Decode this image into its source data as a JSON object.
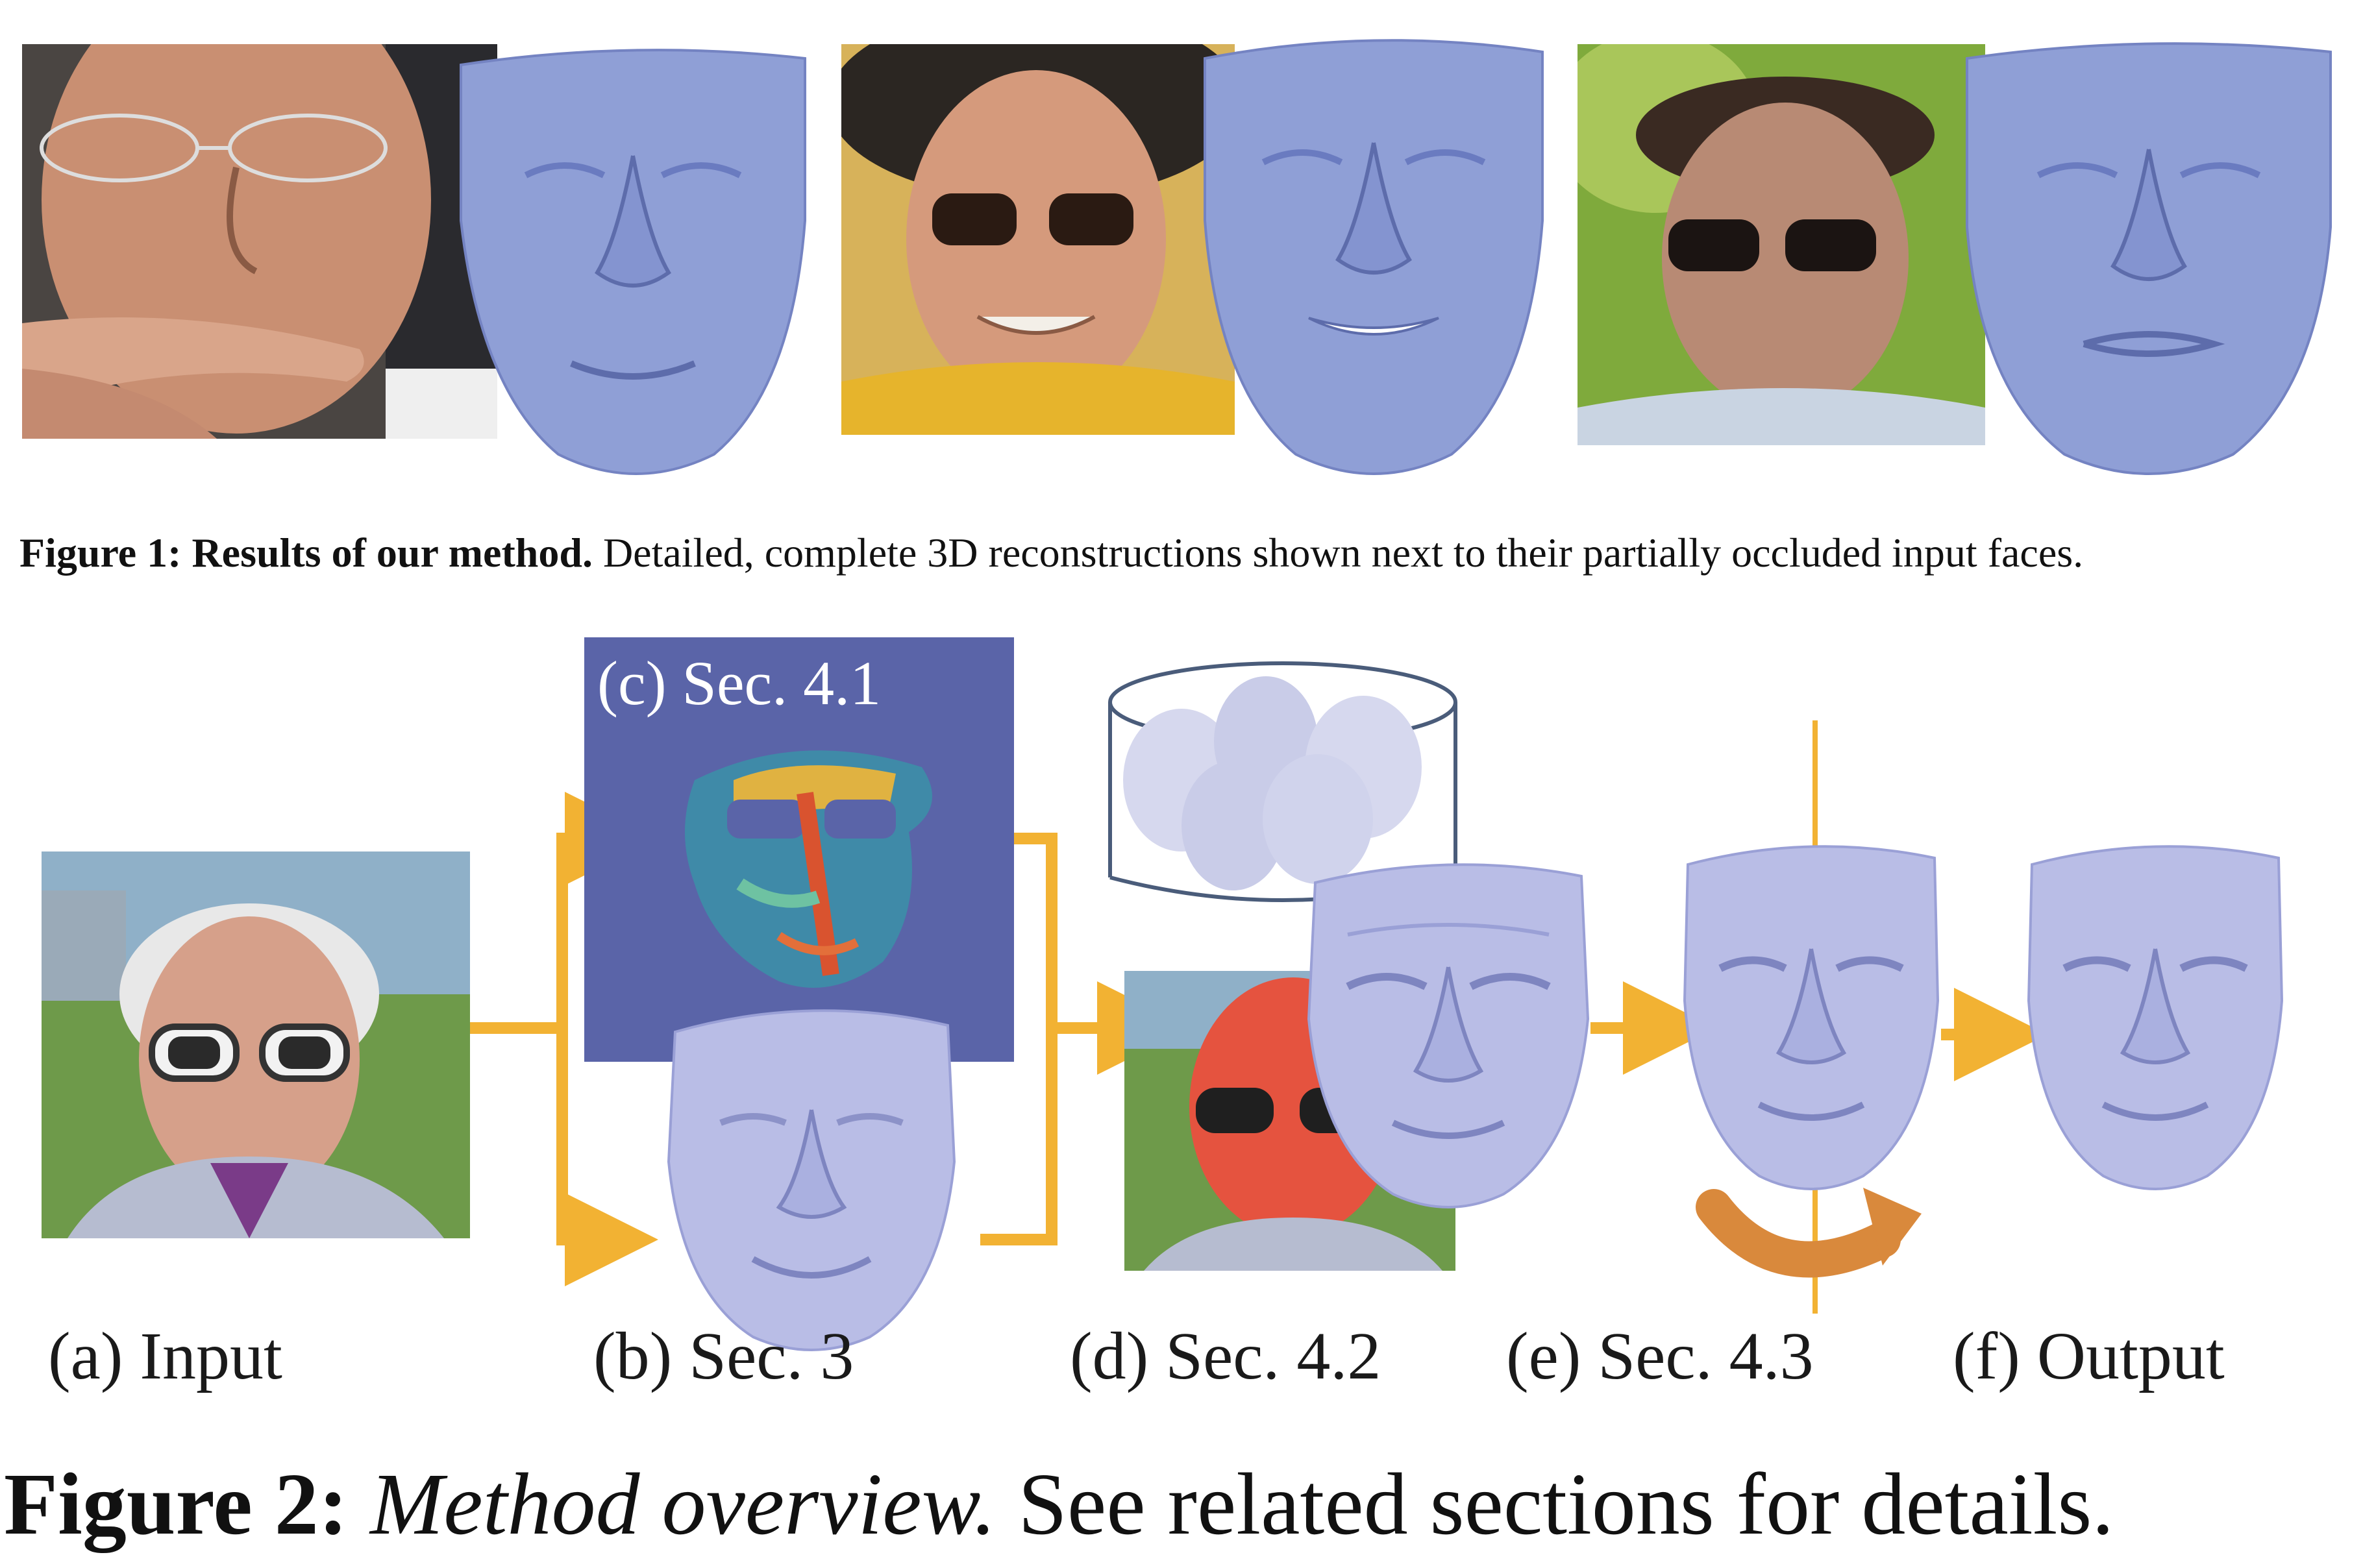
{
  "figure1": {
    "caption_label": "Figure 1:",
    "caption_title": "Results of our method.",
    "caption_text": "Detailed, complete 3D reconstructions shown next to their partially occluded input faces.",
    "pairs": [
      {
        "photo": "man-with-glasses-hand-on-mouth-photo",
        "mesh": "3d-face-reconstruction"
      },
      {
        "photo": "man-with-hat-and-sunglasses-photo",
        "mesh": "3d-face-reconstruction-smiling"
      },
      {
        "photo": "man-with-cap-and-sunglasses-photo",
        "mesh": "3d-face-reconstruction"
      }
    ],
    "colors": {
      "mesh": "#8f9fd6",
      "mesh_shadow": "#5d6cab"
    }
  },
  "figure2": {
    "caption_label": "Figure 2:",
    "caption_title": "Method overview.",
    "caption_text": "See related sections for details.",
    "panels": {
      "a": "(a) Input",
      "b": "(b) Sec. 3",
      "c": "(c) Sec. 4.1",
      "d": "(d) Sec. 4.2",
      "e": "(e) Sec. 4.3",
      "f": "(f) Output"
    },
    "colors": {
      "arrow": "#f2b233",
      "rotate_arrow": "#d9893c",
      "panel_c_bg": "#5a64a8",
      "mesh": "#b9bde6",
      "face_mask": "#e5533f"
    }
  }
}
